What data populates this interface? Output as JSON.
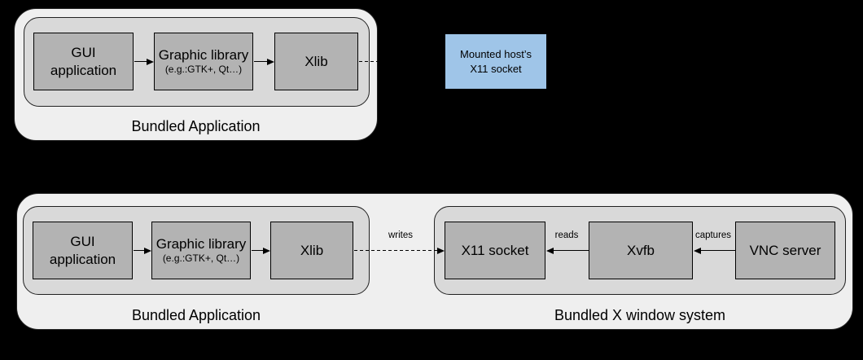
{
  "colors": {
    "background": "#000000",
    "outer_container": "#efefef",
    "inner_container": "#d9d9d9",
    "node_fill": "#b3b3b3",
    "socket_fill": "#9fc5e8",
    "line": "#000000",
    "text": "#000000"
  },
  "app_cluster": {
    "caption": "Bundled Application",
    "gui_label": "GUI application",
    "lib_title": "Graphic library",
    "lib_subtitle": "(e.g.:GTK+, Qt…)",
    "xlib_label": "Xlib"
  },
  "host_socket": {
    "line1": "Mounted host’s",
    "line2": "X11 socket"
  },
  "xwin_cluster": {
    "caption": "Bundled X window system",
    "x11_label": "X11 socket",
    "xvfb_label": "Xvfb",
    "vnc_label": "VNC server"
  },
  "edges": {
    "writes": "writes",
    "reads": "reads",
    "captures": "captures"
  }
}
